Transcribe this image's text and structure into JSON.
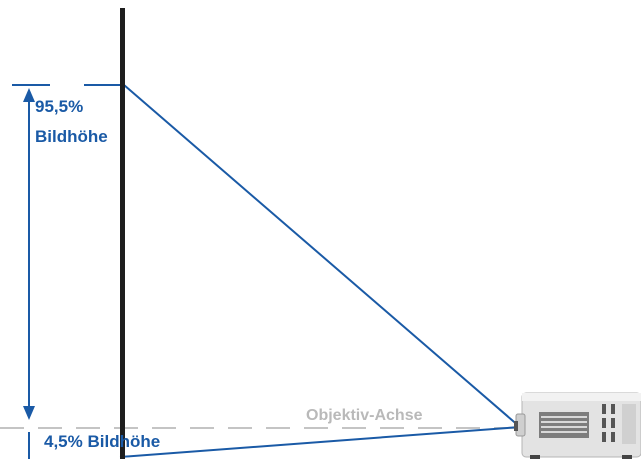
{
  "labels": {
    "top_percent": "95,5%",
    "top_height": "Bildhöhe",
    "bottom": "4,5% Bildhöhe",
    "lens_axis": "Objektiv-Achse"
  },
  "values": {
    "upper_share_percent": 95.5,
    "lower_share_percent": 4.5
  },
  "colors": {
    "accent_blue": "#1a5aa6",
    "screen_black": "#1e1e1e",
    "axis_grey": "#c4c4c4",
    "projector_body": "#e6e6e6"
  },
  "icons": {
    "device": "projector-icon"
  }
}
